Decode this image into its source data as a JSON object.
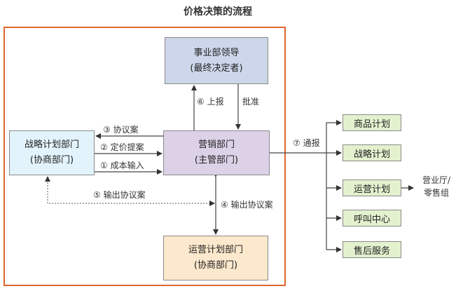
{
  "title": "价格决策的流程",
  "boxes": {
    "ceo": {
      "line1": "事业部领导",
      "line2": "(最终决定者)"
    },
    "marketing": {
      "line1": "营销部门",
      "line2": "(主管部门)"
    },
    "strategy": {
      "line1": "战略计划部门",
      "line2": "(协商部门)"
    },
    "operations": {
      "line1": "运营计划部门",
      "line2": "(协商部门)"
    }
  },
  "labels": {
    "report": "⑥ 上报",
    "approve": "批准",
    "proposal": "③ 协议案",
    "price_proposal": "② 定价提案",
    "cost_input": "① 成本输入",
    "output_strategy": "⑤ 输出协议案",
    "output_ops": "④ 输出协议案",
    "notify": "⑦ 通报"
  },
  "recipients": [
    "商品计划",
    "战略计划",
    "运营计划",
    "呼叫中心",
    "售后服务"
  ],
  "store": {
    "line1": "营业厅/",
    "line2": "零售组"
  }
}
